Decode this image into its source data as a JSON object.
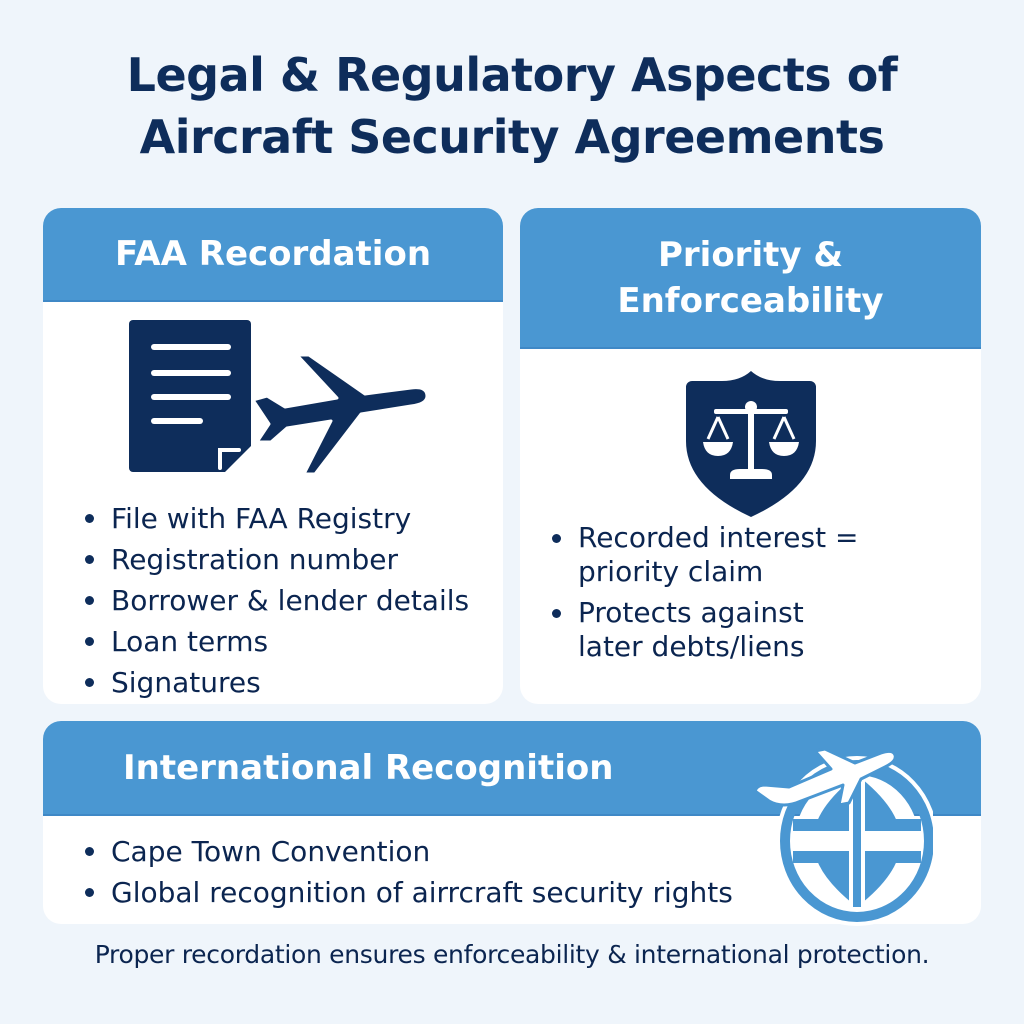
{
  "title": {
    "line1": "Legal & Regulatory Aspects of",
    "line2": "Aircraft Security Agreements"
  },
  "colors": {
    "background": "#eff5fb",
    "header_blue": "#4a97d2",
    "navy": "#0e2d5b",
    "card": "#ffffff"
  },
  "cards": {
    "faa": {
      "title": "FAA Recordation",
      "icon": "document-airplane-icon",
      "bullets": [
        "File with FAA Registry",
        "Registration number",
        "Borrower & lender details",
        "Loan terms",
        "Signatures"
      ]
    },
    "priority": {
      "title_line1": "Priority &",
      "title_line2": "Enforceability",
      "icon": "shield-scales-icon",
      "bullets": [
        "Recorded interest = priority claim",
        "Protects against later debts/liens"
      ]
    },
    "international": {
      "title": "International Recognition",
      "icon": "globe-airplane-icon",
      "bullets": [
        "Cape Town Convention",
        "Global recognition of airrcraft security rights"
      ]
    }
  },
  "footer": "Proper recordation ensures enforceability & international protection."
}
